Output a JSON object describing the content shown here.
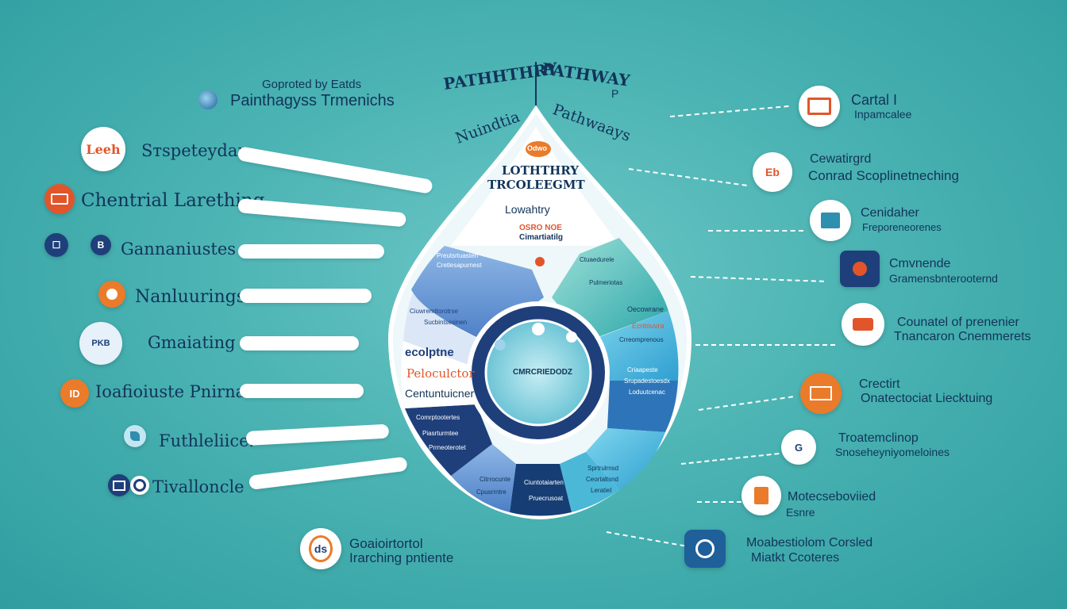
{
  "header": {
    "attribution_line1": "Goproted by Eatds",
    "attribution_line2": "Painthagyss Trmenichs",
    "title_left": "PATHHTHRY",
    "title_right": "PATHWAY",
    "title_hint": "P",
    "subtitle_left": "Nuindtia",
    "subtitle_right": "Pathwaays"
  },
  "drop": {
    "top_badge": "Odwo",
    "heading_line1": "LOTHTHRY",
    "heading_line2": "TRCOLEEGMT",
    "subheading": "Lowahtry",
    "label_a": "OSRO NOE",
    "label_b": "Cimartiatilg",
    "left_side_1": "ecolptne",
    "left_side_2": "Peloculctor",
    "left_side_3": "Centuntuicner",
    "center_text": "CMRCRIEDODZ",
    "seg_tl_1": "Preutsrtuasten",
    "seg_tl_2": "Cretlesapurnest",
    "seg_ml_1": "Ciuwremttorotrse",
    "seg_ml_2": "Sucbintsesinen",
    "seg_r1_1": "Ctuaedurele",
    "seg_r1_2": "Pulmeriotas",
    "seg_r2_1": "Oecowrane",
    "seg_r2_2": "Ecntouvra",
    "seg_r2_3": "Crreomprenous",
    "seg_r3_1": "Criaapeste",
    "seg_r3_2": "Srupadestoesdx",
    "seg_r3_3": "Loduutcenac",
    "seg_bl_1": "Comrptootertes",
    "seg_bl_2": "Piasrturmtee",
    "seg_bl_3": "Prrneoterotet",
    "seg_b1_1": "Citrrocunte",
    "seg_b1_2": "Cpusrrntre",
    "seg_b2_1": "Ciuntotaiarten",
    "seg_b2_2": "Pruecrusoat",
    "seg_b3_1": "Sprtrulrnsd",
    "seg_b3_2": "Ceortaltsnd",
    "seg_b3_3": "Leratiel"
  },
  "left_items": [
    {
      "label": "Sтspеtеydar",
      "icon": "Leeh",
      "icon_color": "#e2552a"
    },
    {
      "label": "Chentrial Larething",
      "icon": "",
      "icon_color": "#e2552a"
    },
    {
      "label": "Gannaniustes",
      "icon": "B",
      "icon_color": "#1f3f7a"
    },
    {
      "label": "Nanluurings",
      "icon": "",
      "icon_color": "#ea7b2a"
    },
    {
      "label": "Gmaiating",
      "icon": "PKB",
      "icon_color": "#1f3f7a"
    },
    {
      "label": "Ioafioiuste Pnirnal",
      "icon": "ID",
      "icon_color": "#ea7b2a"
    },
    {
      "label": "Futhleliice.",
      "icon": "",
      "icon_color": "#2e8fae"
    },
    {
      "label": "Tivalloncle",
      "icon": "",
      "icon_color": "#1f3f7a"
    }
  ],
  "right_items": [
    {
      "title": "Cartal I",
      "sub": "Inpamcalee",
      "icon_color": "#e2552a"
    },
    {
      "title": "Cewatirgrd",
      "sub": "Conrad Scoplinetneching",
      "icon_color": "#e2552a"
    },
    {
      "title": "Cenidaher",
      "sub": "Freporeneorenes",
      "icon_color": "#2e8fae"
    },
    {
      "title": "Cmvnende",
      "sub": "Gramensbnterooternd",
      "icon_color": "#1f3f7a"
    },
    {
      "title": "Counatel of prenenier",
      "sub": "Tnancaron Cnemmerets",
      "icon_color": "#e2552a"
    },
    {
      "title": "Crectirt",
      "sub": "Onatectociat Liecktuing",
      "icon_color": "#ea7b2a"
    },
    {
      "title": "Troatemclinop",
      "sub": "Snoseheyniyomeloines",
      "icon_color": "#1f3f7a"
    },
    {
      "title": "Motecseboviied",
      "sub": "Esnre",
      "icon_color": "#ea7b2a"
    },
    {
      "title": "Moabestiolom Corsled",
      "sub": "Miatkt Ccoteres",
      "icon_color": "#1f3f7a"
    }
  ],
  "bottom_left": {
    "line1": "Goaioirtortol",
    "line2": "Irarching pntiente",
    "icon": "ds"
  },
  "colors": {
    "navy": "#12345a",
    "orange": "#ea7b2a",
    "red": "#e2552a",
    "teal": "#2f9ea0"
  }
}
